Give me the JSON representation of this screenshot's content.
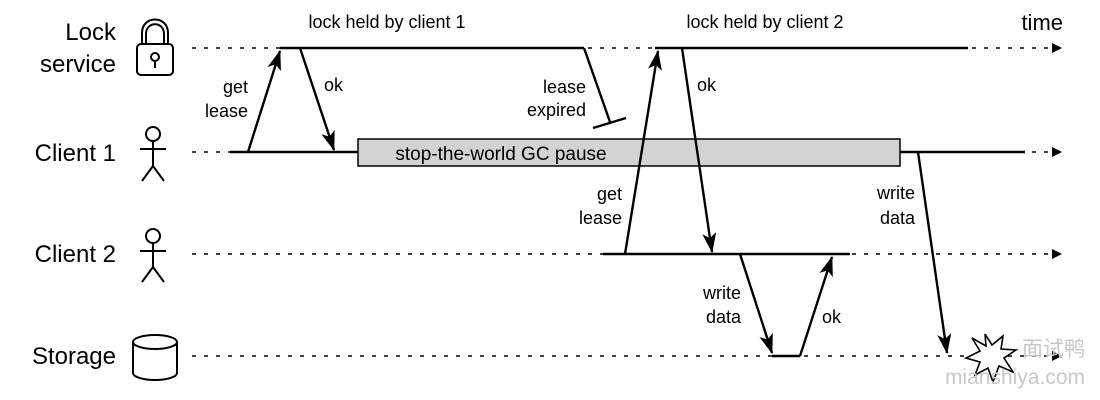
{
  "lanes": {
    "lock_service": [
      "Lock",
      "service"
    ],
    "client1": "Client 1",
    "client2": "Client 2",
    "storage": "Storage"
  },
  "time_label": "time",
  "annotations": {
    "lock_held_client1": "lock held by client 1",
    "lock_held_client2": "lock held by client 2",
    "client1_get_lease": [
      "get",
      "lease"
    ],
    "client1_ok": "ok",
    "lease_expired": [
      "lease",
      "expired"
    ],
    "gc_pause": "stop-the-world GC pause",
    "client2_get_lease": [
      "get",
      "lease"
    ],
    "client2_ok": "ok",
    "client2_write_data": [
      "write",
      "data"
    ],
    "storage_ok": "ok",
    "client1_write_data": [
      "write",
      "data"
    ]
  },
  "icons": {
    "lock_service": "padlock-icon",
    "client1": "person-icon",
    "client2": "person-icon",
    "storage": "database-icon",
    "conflict": "explosion-icon"
  },
  "colors": {
    "gc_box_fill": "#d3d3d3",
    "watermark": "#c8c8c8"
  },
  "watermark": {
    "line1": "面试鸭",
    "line2": "mianshiya.com"
  }
}
